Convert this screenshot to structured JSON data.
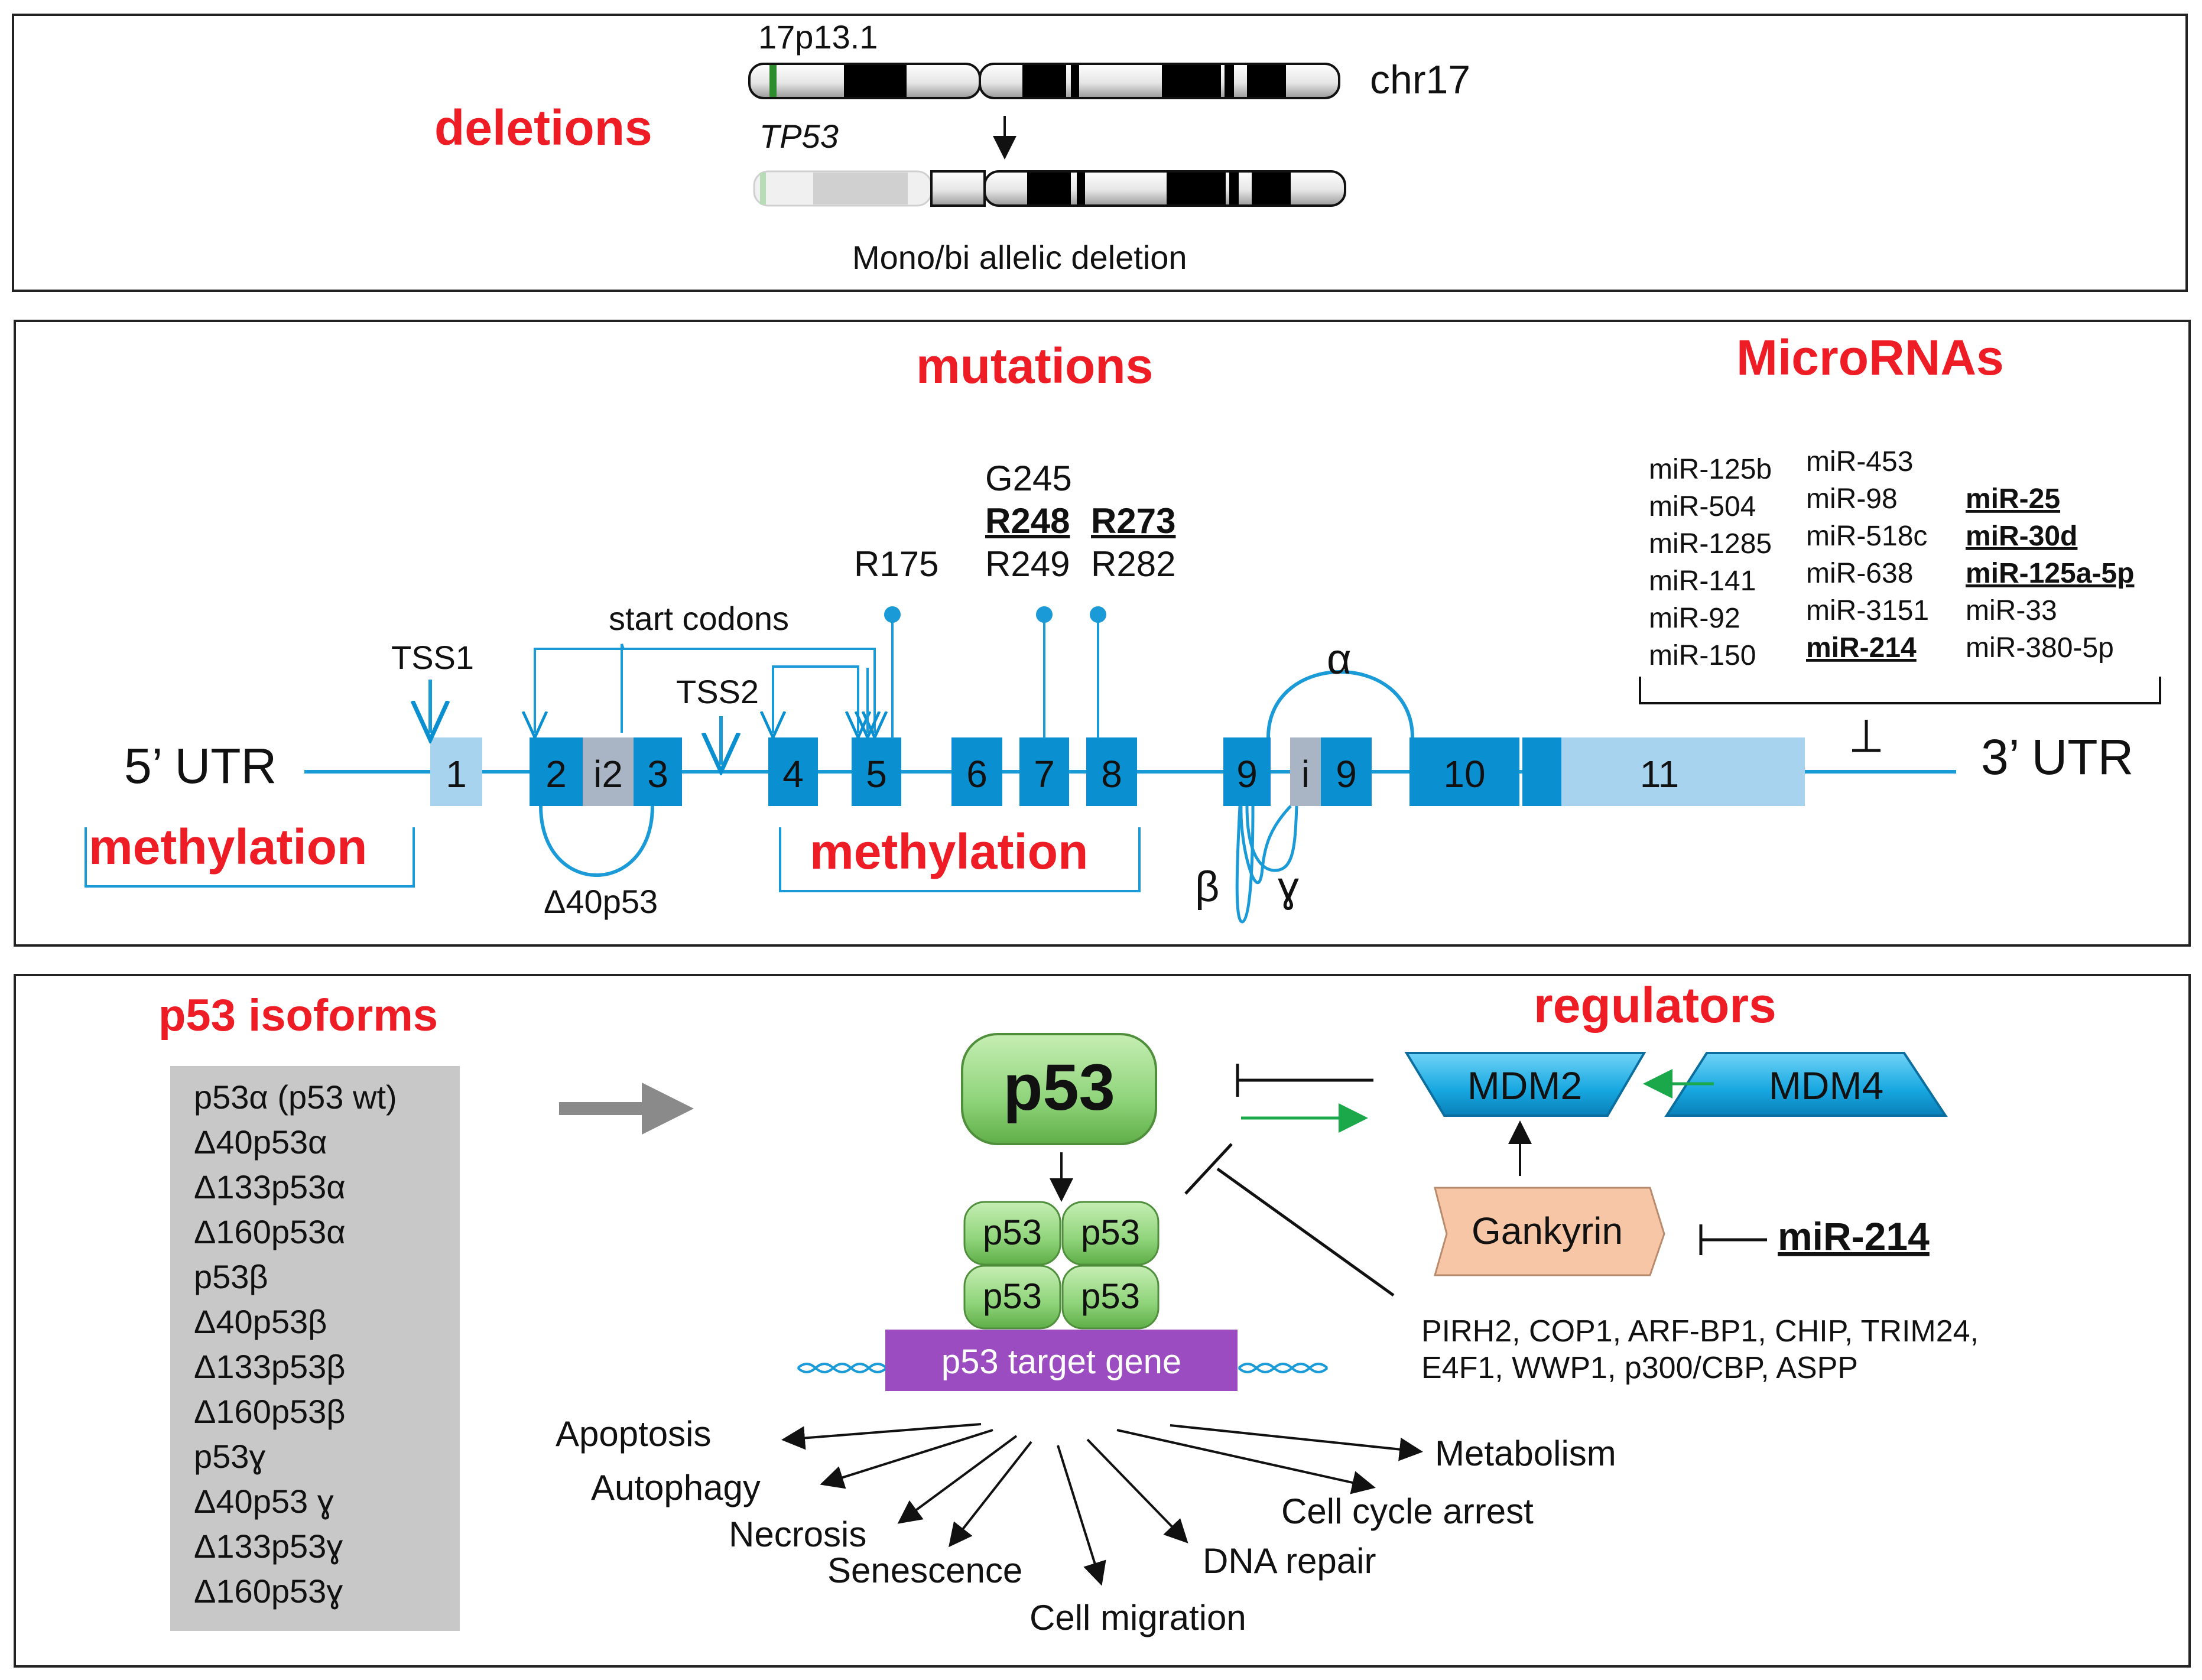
{
  "panels": {
    "deletions": {
      "title": "deletions",
      "band": "17p13.1",
      "chromosome": "chr17",
      "gene": "TP53",
      "caption": "Mono/bi allelic deletion"
    },
    "gene": {
      "mutations_title": "mutations",
      "micrornas_title": "MicroRNAs",
      "utr5": "5’ UTR",
      "utr3": "3’ UTR",
      "tss1": "TSS1",
      "tss2": "TSS2",
      "start_codons": "start codons",
      "delta40": "Δ40p53",
      "methylation_1": "methylation",
      "methylation_2": "methylation",
      "alpha": "α",
      "beta": "β",
      "gamma": "ɣ",
      "hotspots": {
        "r175": "R175",
        "g245": "G245",
        "r248": "R248",
        "r249": "R249",
        "r273": "R273",
        "r282": "R282"
      },
      "exons": {
        "e1": "1",
        "e2": "2",
        "i2": "i2",
        "e3": "3",
        "e4": "4",
        "e5": "5",
        "e6": "6",
        "e7": "7",
        "e8": "8",
        "e9a": "9",
        "i": "i",
        "e9b": "9",
        "e10": "10",
        "e11": "11"
      },
      "mirs_col1": [
        "miR-125b",
        "miR-504",
        "miR-1285",
        "miR-141",
        "miR-92",
        "miR-150"
      ],
      "mirs_col2": [
        "miR-453",
        "miR-98",
        "miR-518c",
        "miR-638",
        "miR-3151",
        "miR-214"
      ],
      "mirs_col3": [
        "miR-25",
        "miR-30d",
        "miR-125a-5p",
        "miR-33",
        "miR-380-5p"
      ]
    },
    "network": {
      "isoforms_title": "p53 isoforms",
      "isoforms": [
        "p53α (p53 wt)",
        "Δ40p53α",
        "Δ133p53α",
        "Δ160p53α",
        "p53β",
        "Δ40p53β",
        "Δ133p53β",
        "Δ160p53β",
        "p53ɣ",
        "Δ40p53 ɣ",
        "Δ133p53ɣ",
        "Δ160p53ɣ"
      ],
      "regulators_title": "regulators",
      "p53_main": "p53",
      "tetramer": [
        "p53",
        "p53",
        "p53",
        "p53"
      ],
      "target_gene": "p53 target gene",
      "mdm2": "MDM2",
      "mdm4": "MDM4",
      "gankyrin": "Gankyrin",
      "mir214": "miR-214",
      "other_regulators_line1": "PIRH2,  COP1,  ARF-BP1,  CHIP,  TRIM24,",
      "other_regulators_line2": "E4F1,  WWP1,  p300/CBP,  ASPP",
      "outcomes": {
        "apoptosis": "Apoptosis",
        "autophagy": "Autophagy",
        "necrosis": "Necrosis",
        "senescence": "Senescence",
        "cell_migration": "Cell migration",
        "dna_repair": "DNA repair",
        "cell_cycle_arrest": "Cell cycle arrest",
        "metabolism": "Metabolism"
      }
    }
  },
  "colors": {
    "title_red": "#ee1c24",
    "exon_dark": "#0a8fd0",
    "exon_light": "#a7d3ee",
    "intron_gray": "#a9b4c4",
    "p53_green": "#8fd47a",
    "target_purple": "#9a4cc0",
    "mdm_blue": "#17a7e0",
    "gankyrin_peach": "#f7c6a6",
    "arrow_green": "#1aa84a",
    "isoform_box": "#c8c8c8"
  }
}
